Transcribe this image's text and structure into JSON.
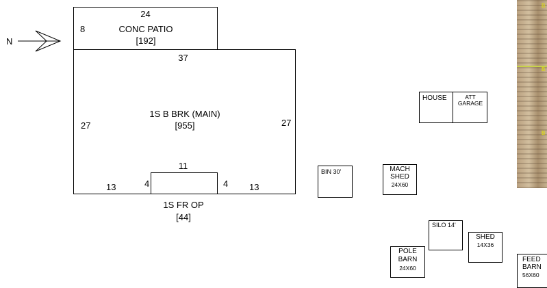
{
  "north": {
    "label": "N"
  },
  "patio": {
    "width": "24",
    "depth": "8",
    "name": "CONC PATIO",
    "area": "[192]"
  },
  "main": {
    "top": "37",
    "left": "27",
    "right": "27",
    "name": "1S B BRK (MAIN)",
    "area": "[955]"
  },
  "porch": {
    "top": "11",
    "left": "4",
    "right": "4",
    "bottom_left": "13",
    "bottom_right": "13",
    "name": "1S FR OP",
    "area": "[44]"
  },
  "outbuildings": {
    "house": "HOUSE",
    "att_garage": [
      "ATT",
      "GARAGE"
    ],
    "bin": "BIN 30'",
    "mach_shed": [
      "MACH",
      "SHED",
      "24X60"
    ],
    "silo": "SILO 14'",
    "shed": [
      "SHED",
      "14X36"
    ],
    "pole_barn": [
      "POLE",
      "BARN",
      "24X60"
    ],
    "feed_barn": [
      "FEED",
      "BARN",
      "56X60"
    ]
  },
  "photo": {
    "marker_1": "B",
    "marker_2": "B",
    "marker_3": "B"
  }
}
